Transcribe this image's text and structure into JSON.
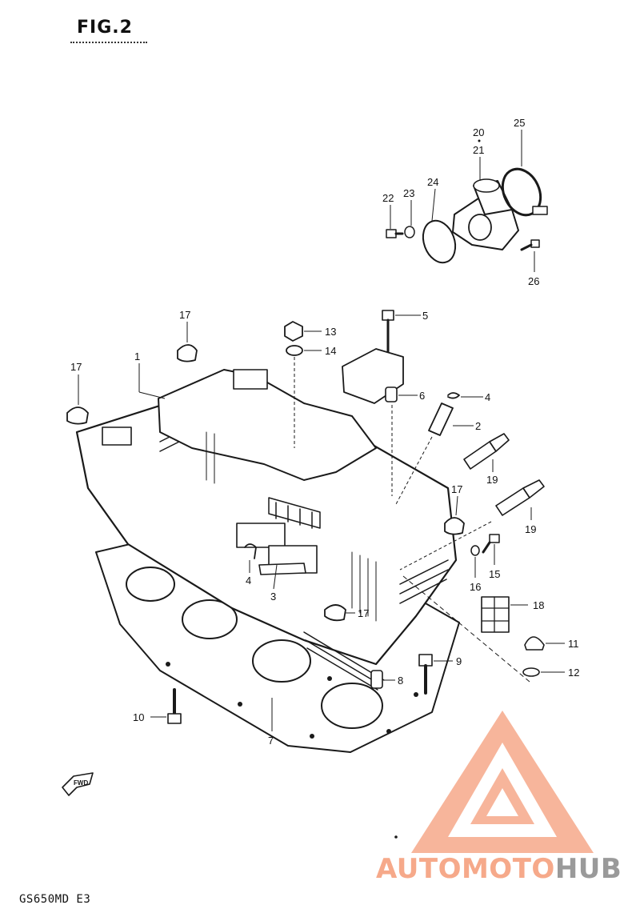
{
  "figure": {
    "title": "FIG.2",
    "model": "GS650MD  E3"
  },
  "parts": [
    {
      "id": "p1",
      "label": "1"
    },
    {
      "id": "p2",
      "label": "2"
    },
    {
      "id": "p3",
      "label": "3"
    },
    {
      "id": "p4a",
      "label": "4"
    },
    {
      "id": "p4b",
      "label": "4"
    },
    {
      "id": "p5",
      "label": "5"
    },
    {
      "id": "p6",
      "label": "6"
    },
    {
      "id": "p7",
      "label": "7"
    },
    {
      "id": "p8",
      "label": "8"
    },
    {
      "id": "p9",
      "label": "9"
    },
    {
      "id": "p10",
      "label": "10"
    },
    {
      "id": "p11",
      "label": "11"
    },
    {
      "id": "p12",
      "label": "12"
    },
    {
      "id": "p13",
      "label": "13"
    },
    {
      "id": "p14",
      "label": "14"
    },
    {
      "id": "p15",
      "label": "15"
    },
    {
      "id": "p16",
      "label": "16"
    },
    {
      "id": "p17a",
      "label": "17"
    },
    {
      "id": "p17b",
      "label": "17"
    },
    {
      "id": "p17c",
      "label": "17"
    },
    {
      "id": "p17d",
      "label": "17"
    },
    {
      "id": "p18",
      "label": "18"
    },
    {
      "id": "p19a",
      "label": "19"
    },
    {
      "id": "p19b",
      "label": "19"
    },
    {
      "id": "p20",
      "label": "20"
    },
    {
      "id": "p21",
      "label": "21"
    },
    {
      "id": "p22",
      "label": "22"
    },
    {
      "id": "p23",
      "label": "23"
    },
    {
      "id": "p24",
      "label": "24"
    },
    {
      "id": "p25",
      "label": "25"
    },
    {
      "id": "p26",
      "label": "26"
    }
  ],
  "direction_marker": "FWD",
  "watermark": {
    "part1": "AUTOMOTO",
    "part2": "HUB",
    "accent_color": "#f6a98a",
    "secondary_color": "#9a9a9a"
  }
}
